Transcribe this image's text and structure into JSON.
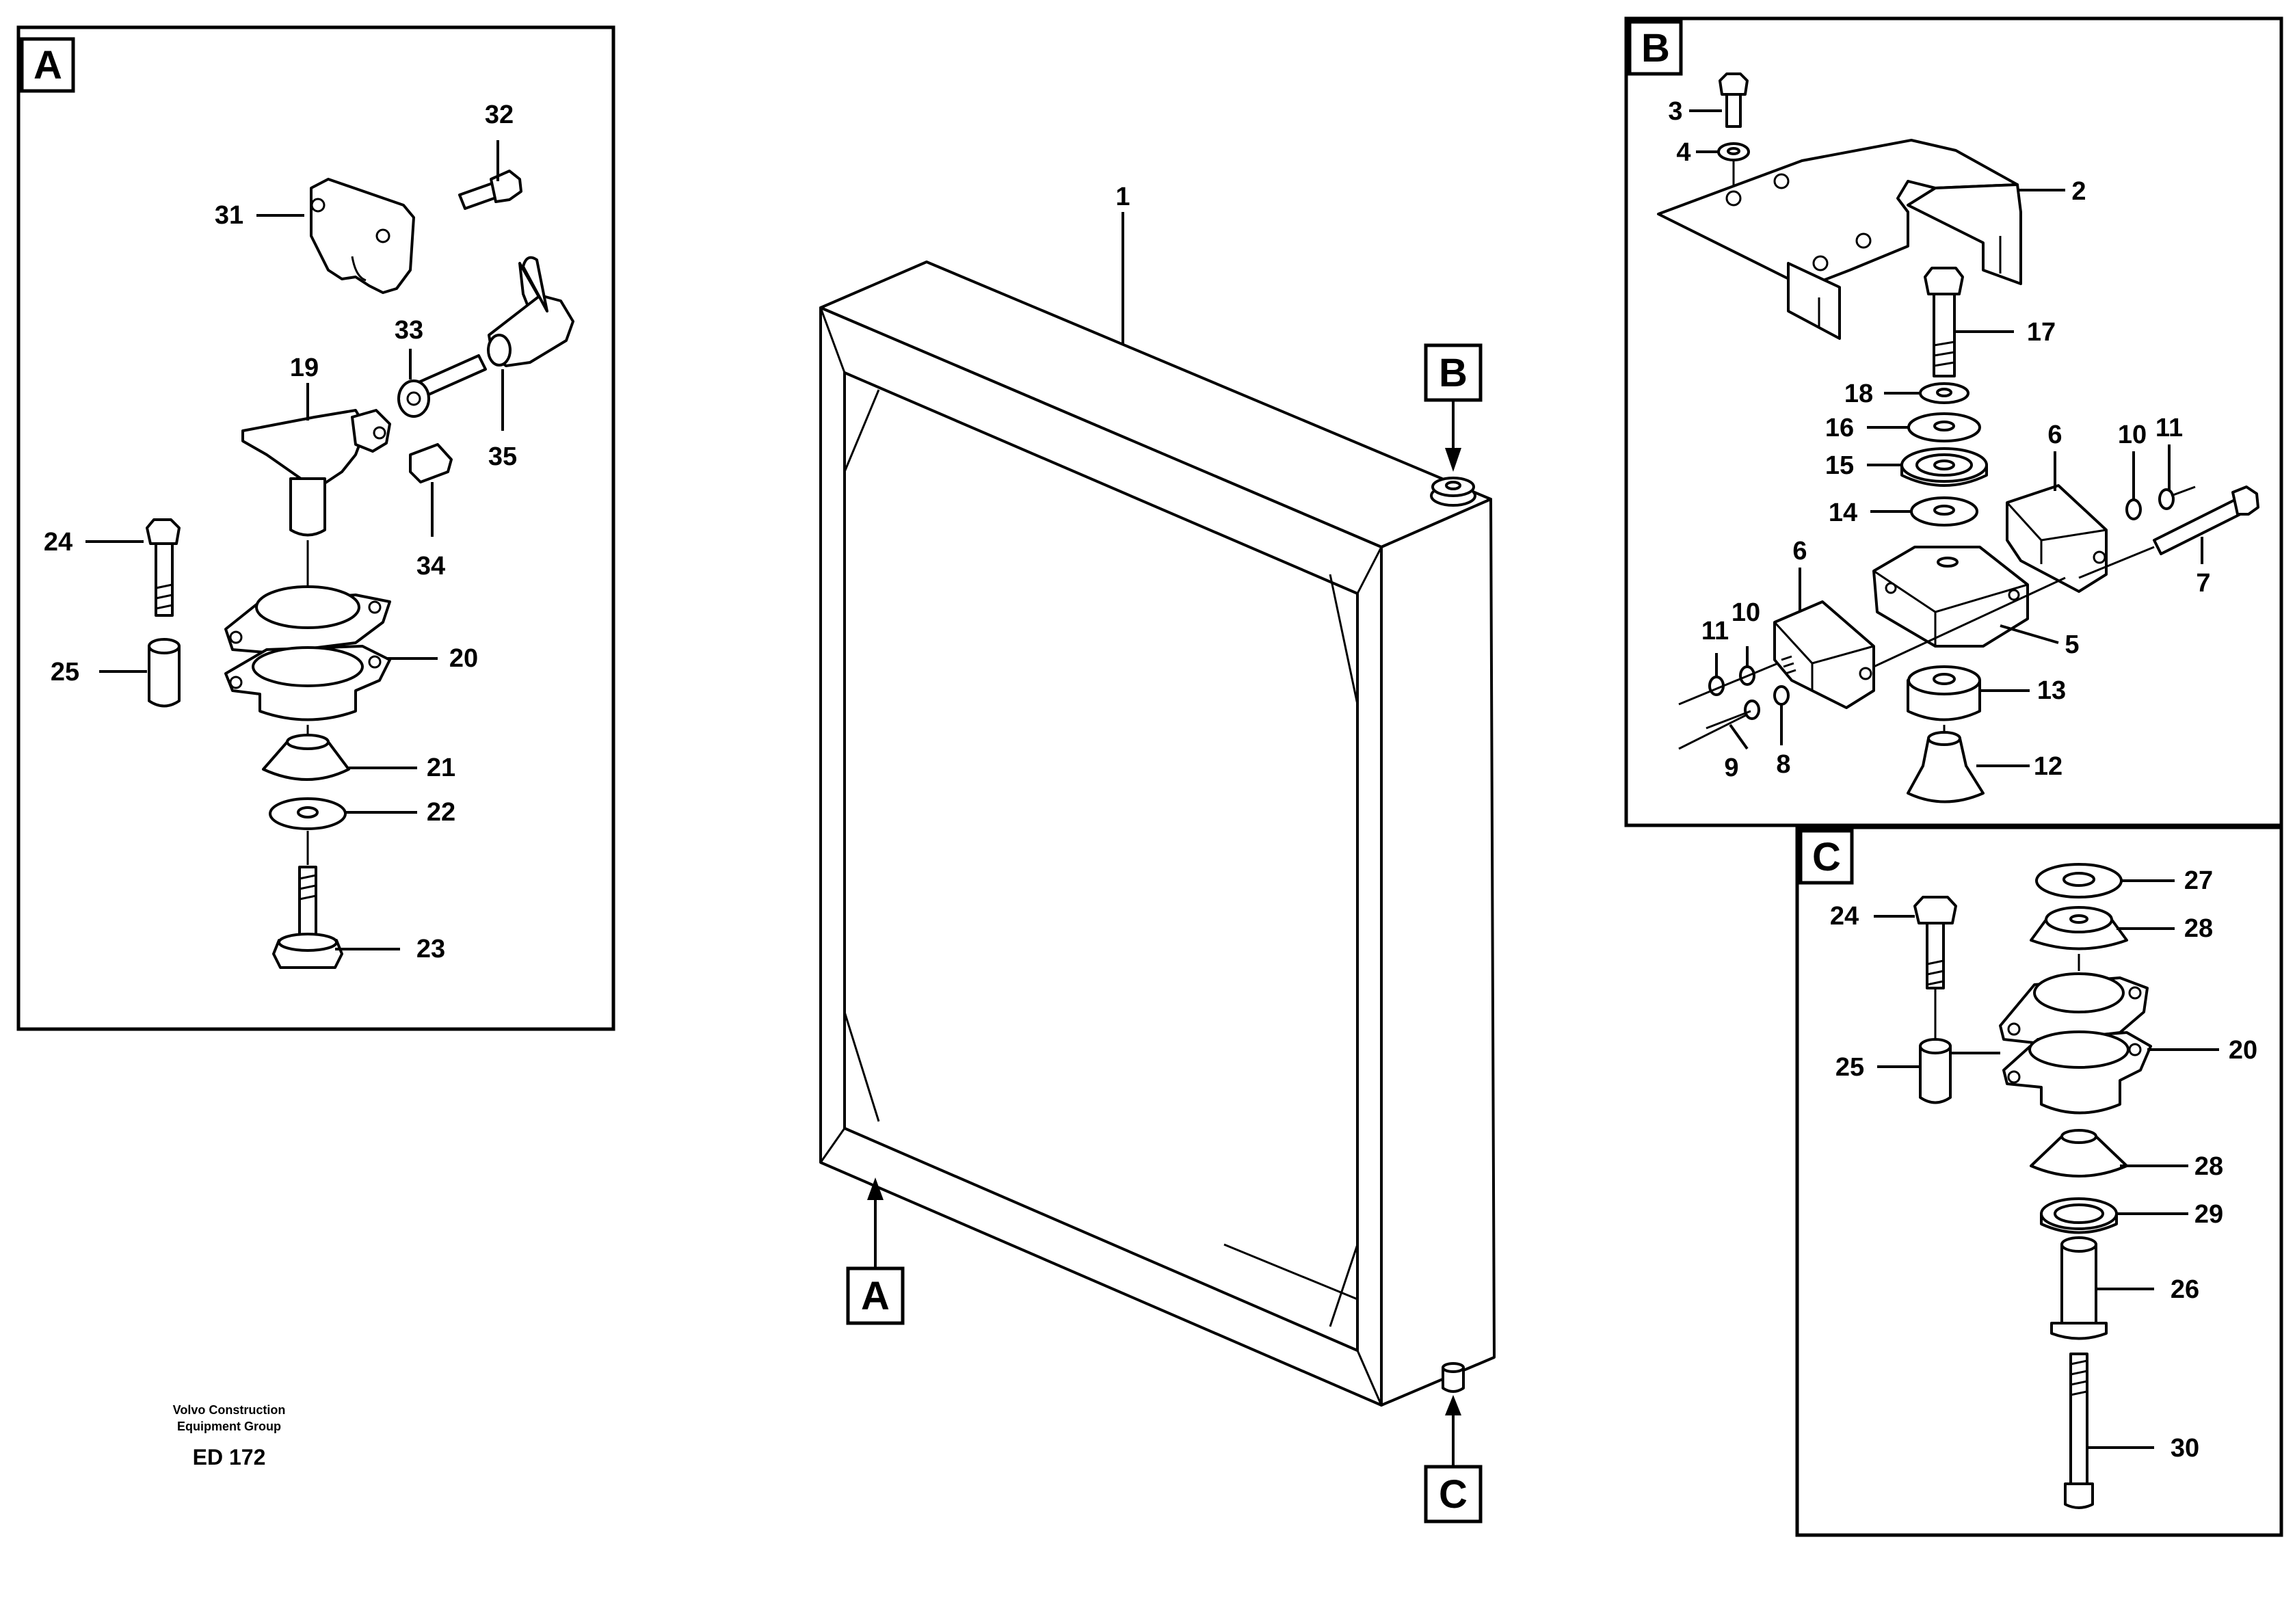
{
  "panels": {
    "A": {
      "letter": "A",
      "labels": [
        "32",
        "31",
        "33",
        "19",
        "35",
        "34",
        "24",
        "25",
        "20",
        "21",
        "22",
        "23"
      ]
    },
    "B": {
      "letter": "B",
      "labels": [
        "3",
        "4",
        "2",
        "17",
        "18",
        "16",
        "15",
        "14",
        "6",
        "10",
        "11",
        "7",
        "6",
        "11",
        "10",
        "5",
        "13",
        "9",
        "8",
        "12"
      ]
    },
    "C": {
      "letter": "C",
      "labels": [
        "27",
        "24",
        "28",
        "20",
        "25",
        "28",
        "29",
        "26",
        "30"
      ]
    }
  },
  "main": {
    "part_label": "1",
    "callouts": {
      "A": "A",
      "B": "B",
      "C": "C"
    }
  },
  "credit": {
    "line1": "Volvo Construction",
    "line2": "Equipment Group",
    "code": "ED 172"
  }
}
